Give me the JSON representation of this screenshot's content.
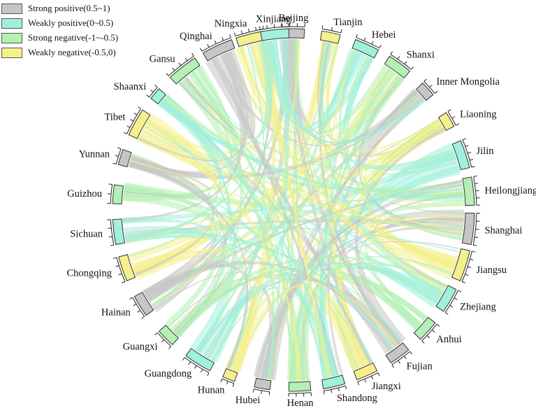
{
  "legend": [
    {
      "label": "Strong positive(0.5~1)",
      "color": "#c6c6c6"
    },
    {
      "label": "Weakly positive(0~0.5)",
      "color": "#9ff0dc"
    },
    {
      "label": "Strong negative(-1~-0.5)",
      "color": "#b4f0b4"
    },
    {
      "label": "Weakly negative(-0.5,0)",
      "color": "#f5f08c"
    }
  ],
  "provinces": [
    {
      "name": "Beijing",
      "category": "strong-positive"
    },
    {
      "name": "Tianjin",
      "category": "weak-negative"
    },
    {
      "name": "Hebei",
      "category": "weak-positive"
    },
    {
      "name": "Shanxi",
      "category": "strong-negative"
    },
    {
      "name": "Inner Mongolia",
      "category": "strong-positive"
    },
    {
      "name": "Liaoning",
      "category": "weak-negative"
    },
    {
      "name": "Jilin",
      "category": "weak-positive"
    },
    {
      "name": "Heilongjiang",
      "category": "strong-negative"
    },
    {
      "name": "Shanghai",
      "category": "strong-positive"
    },
    {
      "name": "Jiangsu",
      "category": "weak-negative"
    },
    {
      "name": "Zhejiang",
      "category": "weak-positive"
    },
    {
      "name": "Anhui",
      "category": "strong-negative"
    },
    {
      "name": "Fujian",
      "category": "strong-positive"
    },
    {
      "name": "Jiangxi",
      "category": "weak-negative"
    },
    {
      "name": "Shandong",
      "category": "weak-positive"
    },
    {
      "name": "Henan",
      "category": "strong-negative"
    },
    {
      "name": "Hubei",
      "category": "strong-positive"
    },
    {
      "name": "Hunan",
      "category": "weak-negative"
    },
    {
      "name": "Guangdong",
      "category": "weak-positive"
    },
    {
      "name": "Guangxi",
      "category": "strong-negative"
    },
    {
      "name": "Hainan",
      "category": "strong-positive"
    },
    {
      "name": "Chongqing",
      "category": "weak-negative"
    },
    {
      "name": "Sichuan",
      "category": "weak-positive"
    },
    {
      "name": "Guizhou",
      "category": "strong-negative"
    },
    {
      "name": "Yunnan",
      "category": "strong-positive"
    },
    {
      "name": "Tibet",
      "category": "weak-negative"
    },
    {
      "name": "Shaanxi",
      "category": "weak-positive"
    },
    {
      "name": "Gansu",
      "category": "strong-negative"
    },
    {
      "name": "Qinghai",
      "category": "strong-positive"
    },
    {
      "name": "Ningxia",
      "category": "weak-negative"
    },
    {
      "name": "Xinjiang",
      "category": "weak-positive"
    }
  ],
  "colors": {
    "strong-positive": "#c6c6c6",
    "weak-positive": "#9ff0dc",
    "strong-negative": "#b4f0b4",
    "weak-negative": "#f5f08c",
    "segment_stroke": "#333333"
  }
}
